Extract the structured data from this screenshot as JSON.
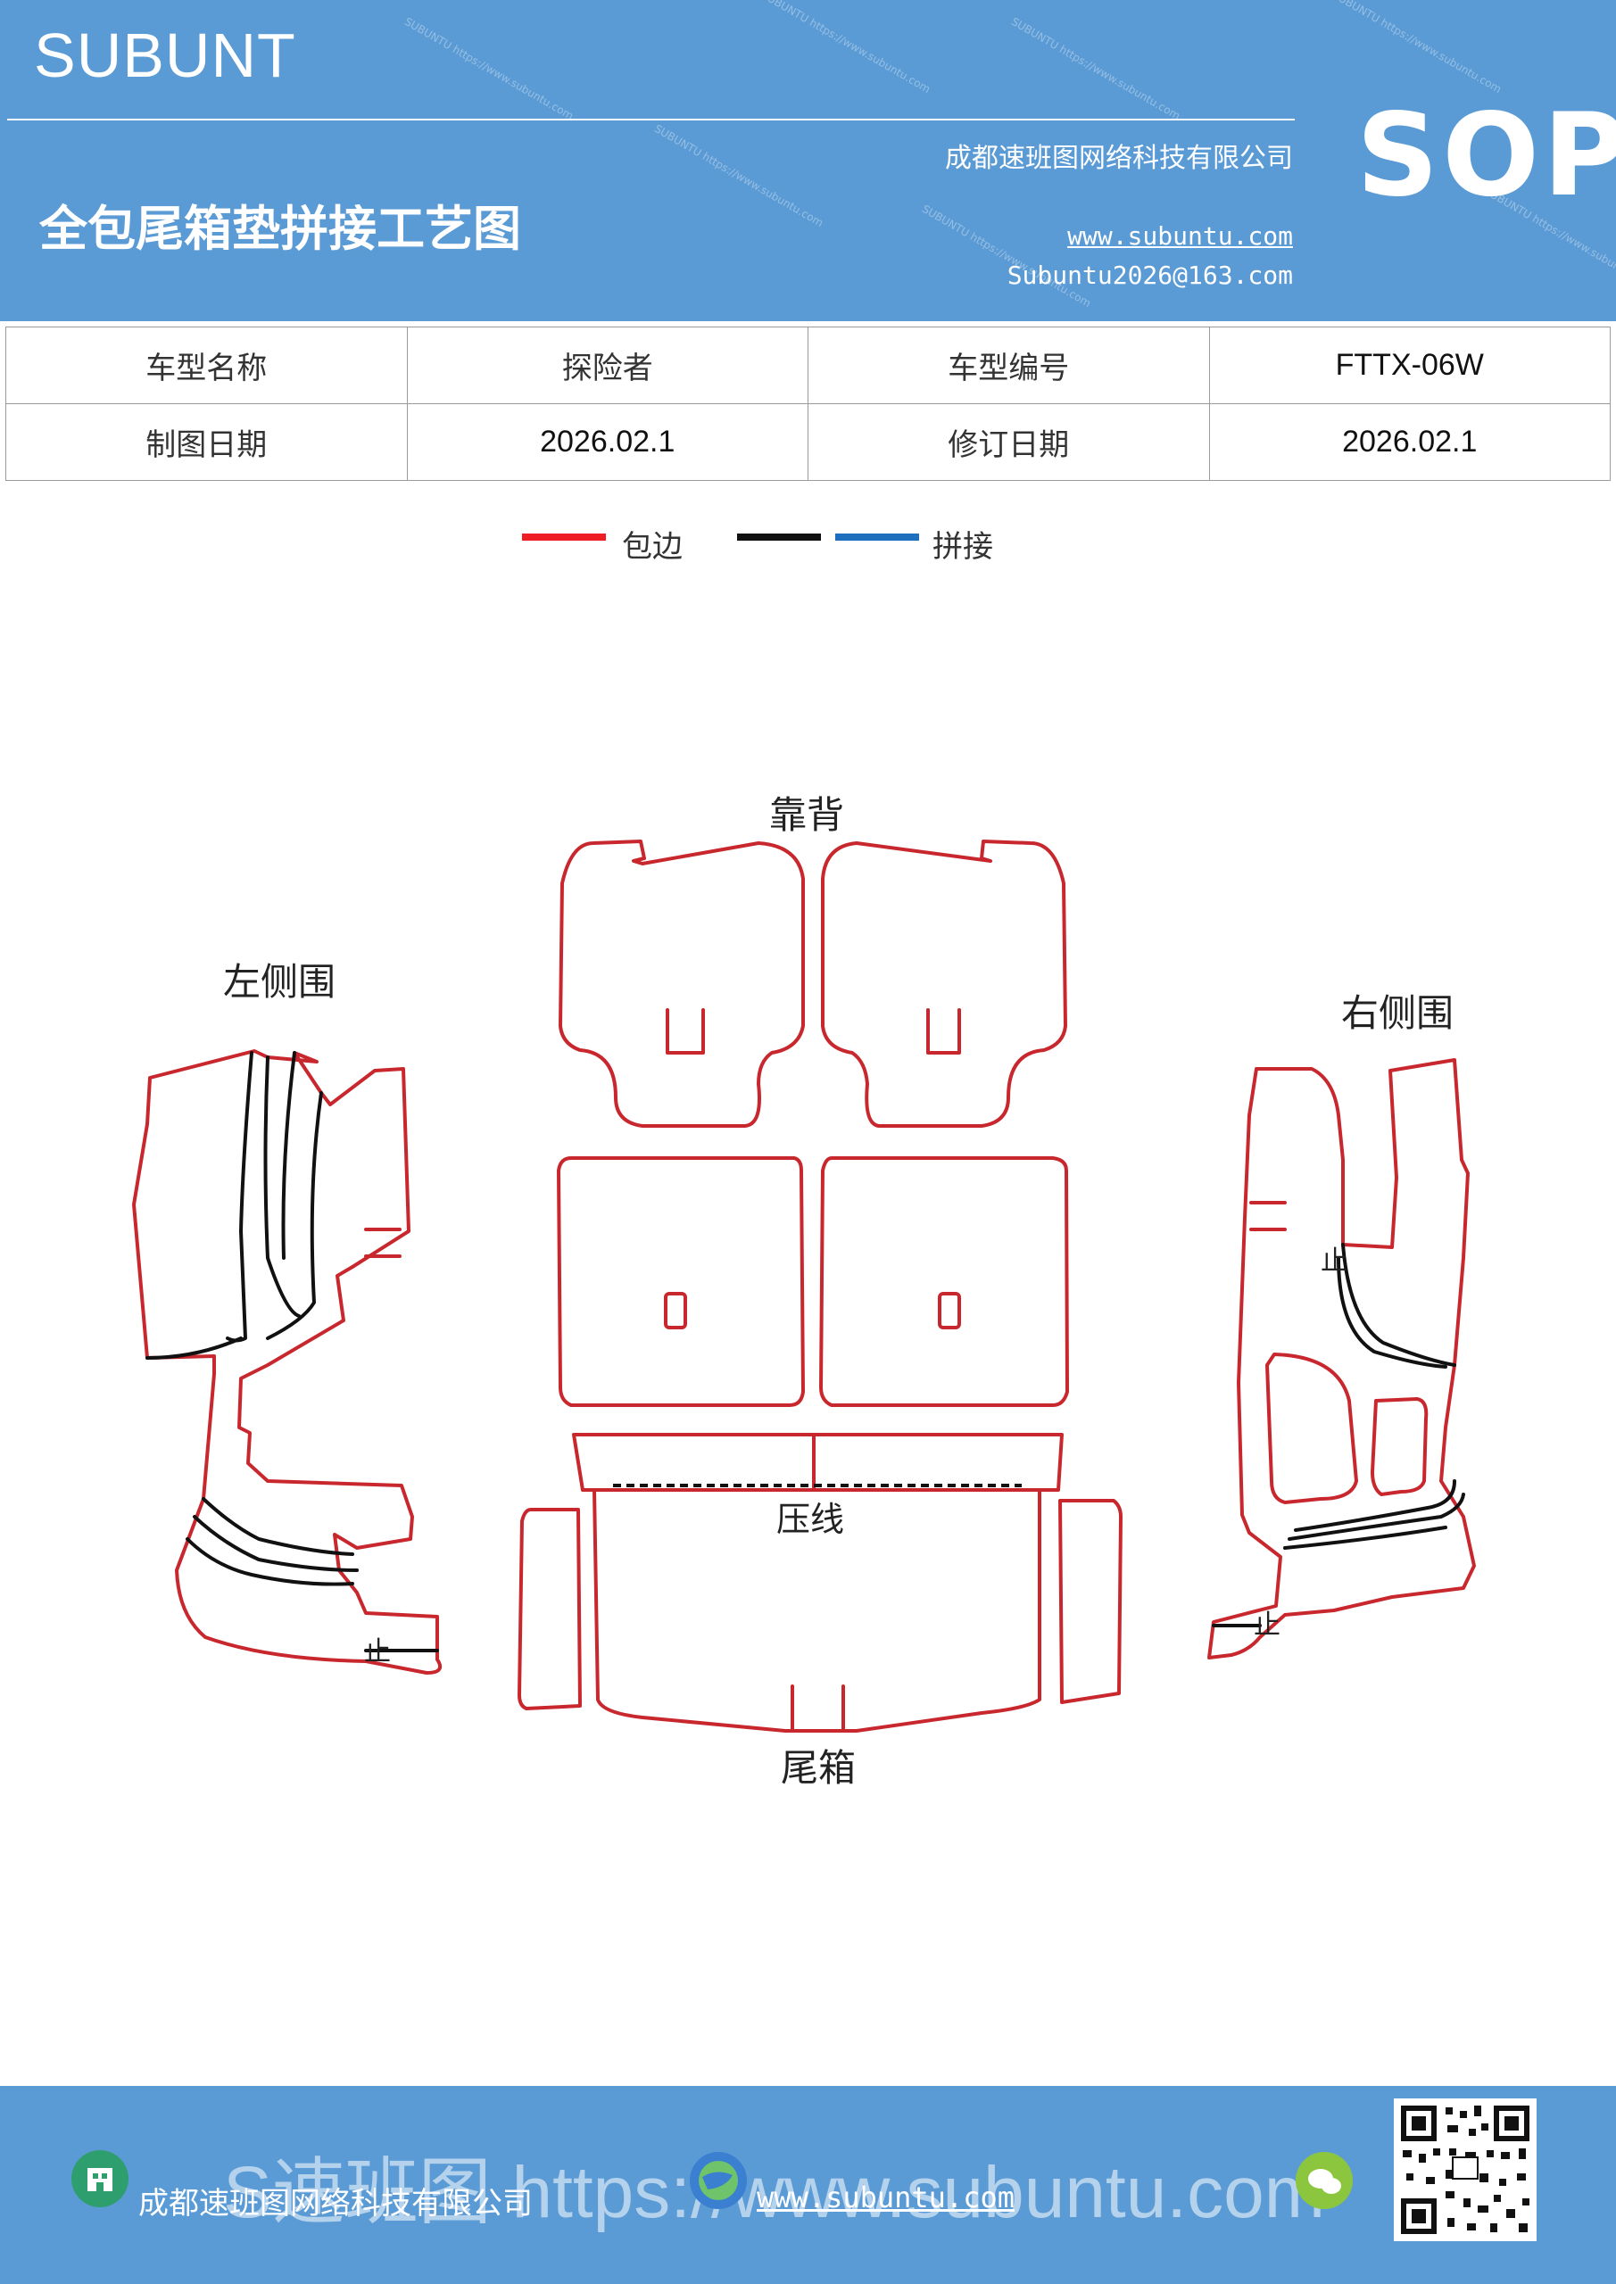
{
  "header": {
    "brand": "SUBUNT",
    "title": "全包尾箱垫拼接工艺图",
    "company": "成都速班图网络科技有限公司",
    "website": "www.subuntu.com",
    "email": "Subuntu2026@163.com",
    "badge": "SOP",
    "watermark": "SUBUNTU https://www.subuntu.com"
  },
  "info_table": {
    "rows": [
      [
        "车型名称",
        "探险者",
        "车型编号",
        "FTTX-06W"
      ],
      [
        "制图日期",
        "2026.02.1",
        "修订日期",
        "2026.02.1"
      ]
    ]
  },
  "legend": {
    "items": [
      {
        "label": "包边",
        "color": "#ee1c24"
      },
      {
        "label": "",
        "color": "#111111"
      },
      {
        "label": "拼接",
        "color": "#1f6fbf"
      }
    ]
  },
  "diagram": {
    "labels": {
      "backrest": "靠背",
      "left_side": "左侧围",
      "right_side": "右侧围",
      "press_line": "压线",
      "trunk": "尾箱",
      "stop_left": "止",
      "stop_right_upper": "止",
      "stop_right_lower": "止"
    },
    "colors": {
      "edge": "#c8282d",
      "seam": "#111111"
    }
  },
  "footer": {
    "company": "成都速班图网络科技有限公司",
    "website": "www.subuntu.com",
    "watermark_text": "S速班图 https://www.subuntu.com"
  }
}
